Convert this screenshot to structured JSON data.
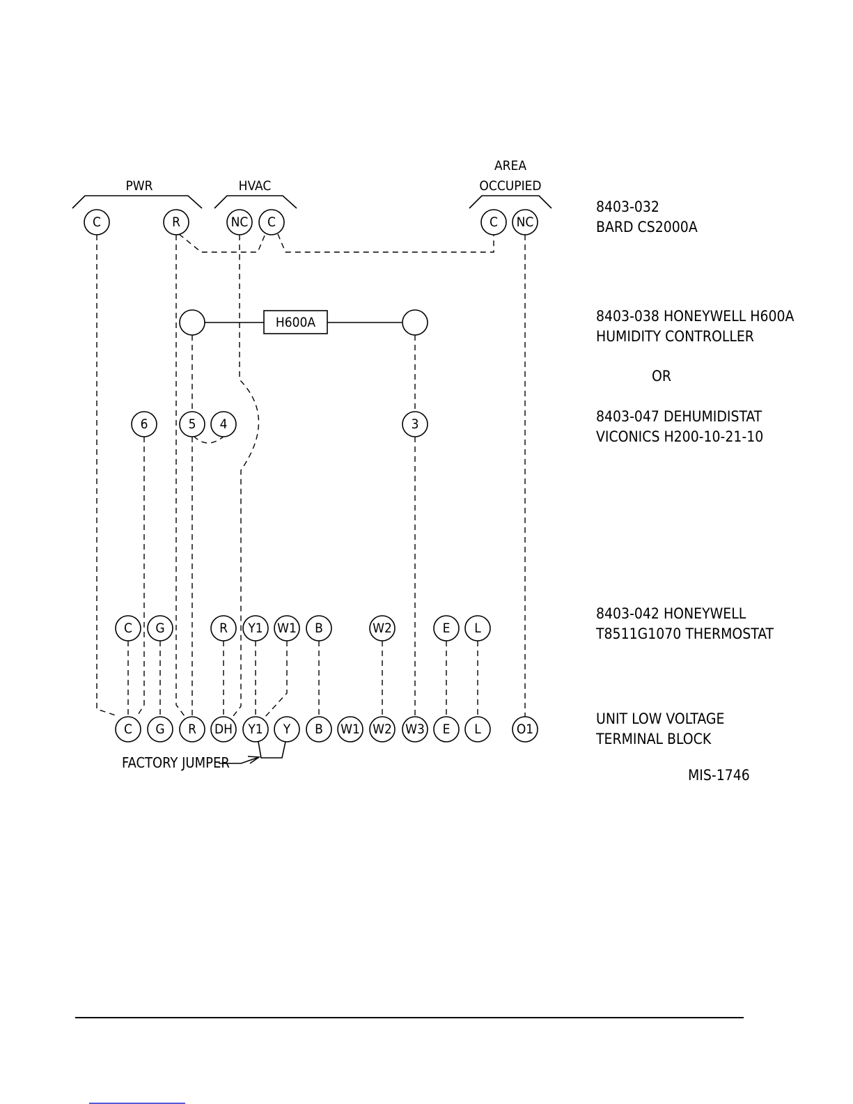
{
  "groups": {
    "pwr": "PWR",
    "hvac": "HVAC",
    "area_line1": "AREA",
    "area_line2": "OCCUPIED"
  },
  "cs2000a": {
    "terminals": [
      "C",
      "R",
      "NC",
      "C",
      "C",
      "NC"
    ],
    "label_line1": "8403-032",
    "label_line2": "BARD CS2000A"
  },
  "humidity_controller": {
    "box_label": "H600A",
    "label_line1": "8403-038 HONEYWELL H600A",
    "label_line2": "HUMIDITY CONTROLLER",
    "or_text": "OR",
    "alt_label_line1": "8403-047 DEHUMIDISTAT",
    "alt_label_line2": "VICONICS H200-10-21-10",
    "terminals": [
      "6",
      "5",
      "4",
      "3"
    ]
  },
  "thermostat": {
    "terminals": [
      "C",
      "G",
      "R",
      "Y1",
      "W1",
      "B",
      "W2",
      "E",
      "L"
    ],
    "label_line1": "8403-042 HONEYWELL",
    "label_line2": "T8511G1070 THERMOSTAT"
  },
  "terminal_block": {
    "terminals": [
      "C",
      "G",
      "R",
      "DH",
      "Y1",
      "Y",
      "B",
      "W1",
      "W2",
      "W3",
      "E",
      "L",
      "O1"
    ],
    "label_line1": "UNIT LOW VOLTAGE",
    "label_line2": "TERMINAL BLOCK"
  },
  "factory_jumper": "FACTORY JUMPER",
  "drawing_number": "MIS-1746"
}
